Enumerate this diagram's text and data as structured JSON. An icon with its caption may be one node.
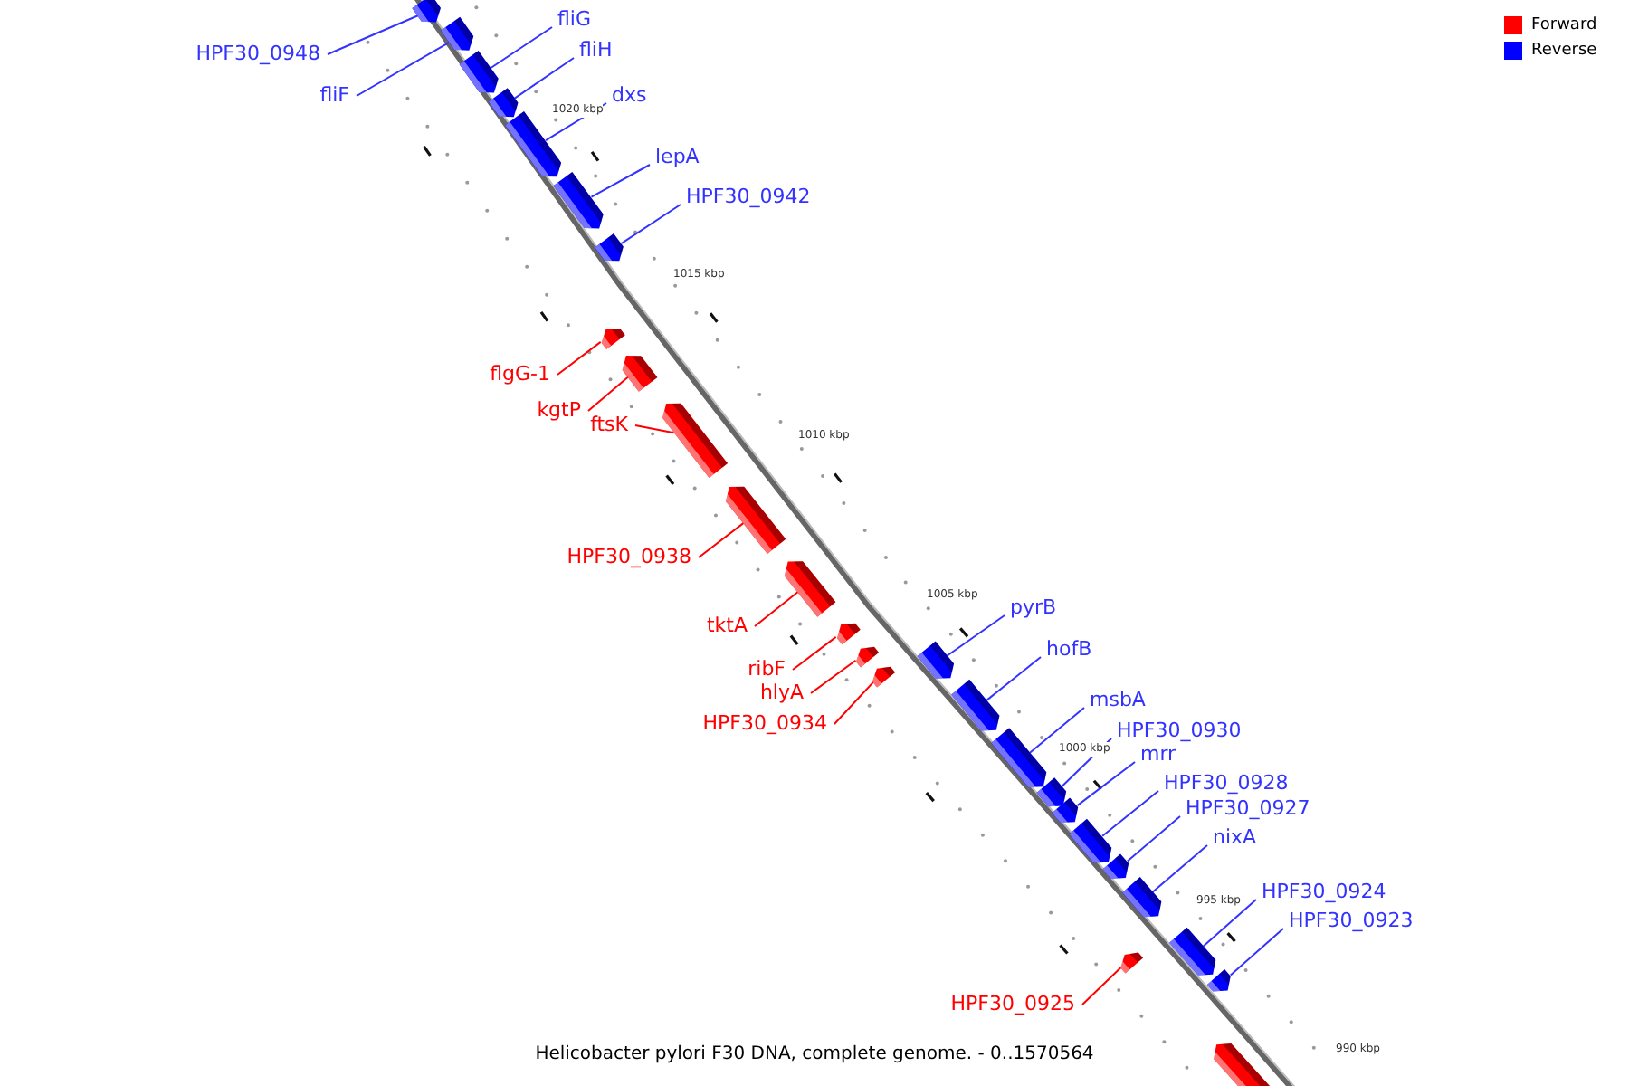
{
  "diagram": {
    "caption": "Helicobacter pylori F30 DNA, complete genome. - 0..1570564",
    "nodes": [
      {
        "text": [
          "HPF30_0948"
        ]
      },
      {
        "text": [],
        "shape": "bar"
      },
      {
        "text": [
          "fliF"
        ]
      },
      {
        "text": [],
        "shape": "bar"
      },
      {
        "text": [
          "fliG"
        ]
      },
      {
        "text": [],
        "shape": "bar"
      },
      {
        "text": [
          "fliH"
        ]
      },
      {
        "text": [],
        "shape": "bar"
      },
      {
        "text": [
          "dxs"
        ]
      },
      {
        "text": [],
        "shape": "bar"
      },
      {
        "text": [
          "lepA"
        ]
      },
      {
        "text": [],
        "shape": "bar"
      },
      {
        "text": [
          "HPF30_0942"
        ]
      },
      {
        "text": [],
        "shape": "bar"
      },
      {
        "text": [
          "flgG-1"
        ]
      },
      {
        "text": [],
        "shape": "bar"
      },
      {
        "text": [
          "kgtP"
        ]
      },
      {
        "text": [],
        "shape": "bar"
      },
      {
        "text": [
          "ftsK"
        ]
      },
      {
        "text": [],
        "shape": "bar"
      },
      {
        "text": [
          "HPF30_0938"
        ]
      },
      {
        "text": [],
        "shape": "bar"
      },
      {
        "text": [
          "tktA"
        ]
      },
      {
        "text": [],
        "shape": "bar"
      },
      {
        "text": [
          "ribF"
        ]
      },
      {
        "text": [],
        "shape": "bar"
      },
      {
        "text": [
          "hlyA"
        ]
      },
      {
        "text": [],
        "shape": "bar"
      },
      {
        "text": [
          "HPF30_0934"
        ]
      },
      {
        "text": [],
        "shape": "bar"
      },
      {
        "text": [
          "pyrB"
        ]
      },
      {
        "text": [],
        "shape": "bar"
      },
      {
        "text": [
          "hofB"
        ]
      },
      {
        "text": [],
        "shape": "bar"
      },
      {
        "text": [
          "msbA"
        ]
      },
      {
        "text": [],
        "shape": "bar"
      },
      {
        "text": [
          "HPF30_0930"
        ]
      },
      {
        "text": [],
        "shape": "bar"
      },
      {
        "text": [
          "mrr"
        ]
      },
      {
        "text": [],
        "shape": "bar"
      },
      {
        "text": [
          "HPF30_0928"
        ]
      },
      {
        "text": [],
        "shape": "bar"
      },
      {
        "text": [
          "HPF30_0927"
        ]
      },
      {
        "text": [],
        "shape": "bar"
      },
      {
        "text": [
          "nixA"
        ]
      },
      {
        "text": [],
        "shape": "bar"
      },
      {
        "text": [
          "HPF30_0924"
        ]
      },
      {
        "text": [],
        "shape": "bar"
      },
      {
        "text": [
          "HPF30_0923"
        ]
      },
      {
        "text": [],
        "shape": "bar"
      },
      {
        "text": [
          "HPF30_0925"
        ]
      },
      {
        "text": [],
        "shape": "bar"
      },
      {
        "text": [],
        "shape": "bar"
      }
    ],
    "edges": [
      {
        "from": 0,
        "to": 1,
        "arrow": "none"
      },
      {
        "from": 2,
        "to": 3,
        "arrow": "none"
      },
      {
        "from": 4,
        "to": 5,
        "arrow": "none"
      },
      {
        "from": 6,
        "to": 7,
        "arrow": "none"
      },
      {
        "from": 8,
        "to": 9,
        "arrow": "none"
      },
      {
        "from": 10,
        "to": 11,
        "arrow": "none"
      },
      {
        "from": 12,
        "to": 13,
        "arrow": "none"
      },
      {
        "from": 14,
        "to": 15,
        "arrow": "none",
        "color": "#ff0000"
      },
      {
        "from": 16,
        "to": 17,
        "arrow": "none",
        "color": "#ff0000"
      },
      {
        "from": 18,
        "to": 19,
        "arrow": "none",
        "color": "#ff0000"
      },
      {
        "from": 20,
        "to": 21,
        "arrow": "none",
        "color": "#ff0000"
      },
      {
        "from": 22,
        "to": 23,
        "arrow": "none",
        "color": "#ff0000"
      },
      {
        "from": 24,
        "to": 25,
        "arrow": "none",
        "color": "#ff0000"
      },
      {
        "from": 26,
        "to": 27,
        "arrow": "none",
        "color": "#ff0000"
      },
      {
        "from": 28,
        "to": 29,
        "arrow": "none",
        "color": "#ff0000"
      },
      {
        "from": 30,
        "to": 31,
        "arrow": "none"
      },
      {
        "from": 32,
        "to": 33,
        "arrow": "none"
      },
      {
        "from": 34,
        "to": 35,
        "arrow": "none"
      },
      {
        "from": 36,
        "to": 37,
        "arrow": "none"
      },
      {
        "from": 38,
        "to": 39,
        "arrow": "none"
      },
      {
        "from": 40,
        "to": 41,
        "arrow": "none"
      },
      {
        "from": 42,
        "to": 43,
        "arrow": "none"
      },
      {
        "from": 44,
        "to": 45,
        "arrow": "none"
      },
      {
        "from": 46,
        "to": 47,
        "arrow": "none"
      },
      {
        "from": 48,
        "to": 49,
        "arrow": "none"
      },
      {
        "from": 50,
        "to": 51,
        "arrow": "none",
        "color": "#ff0000"
      }
    ],
    "labels": [
      "1020 kbp",
      "1015 kbp",
      "1010 kbp",
      "1005 kbp",
      "1000 kbp",
      "995 kbp",
      "990 kbp"
    ],
    "legend": [
      {
        "text": "Forward",
        "color": "#ff0000"
      },
      {
        "text": "Reverse",
        "color": "#0000ff"
      }
    ]
  }
}
